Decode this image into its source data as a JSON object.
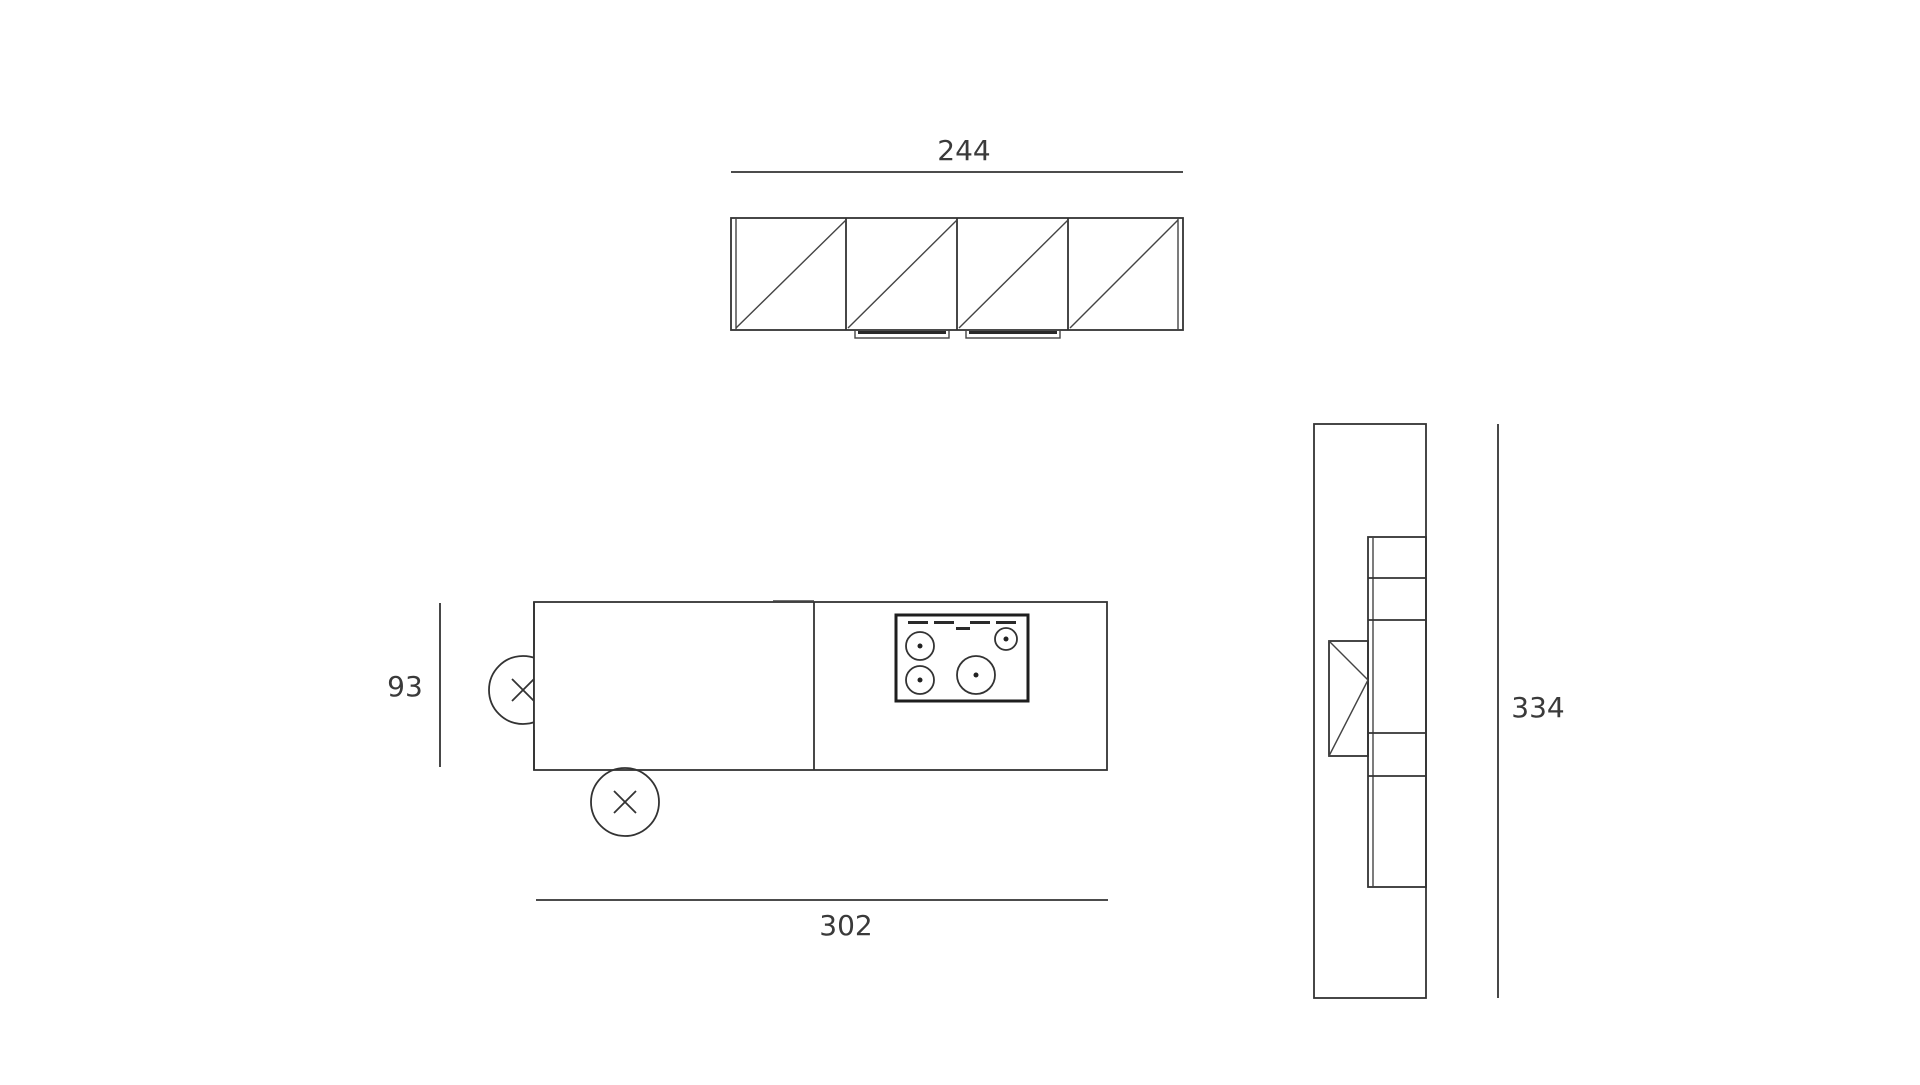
{
  "dimensions": {
    "top_width": "244",
    "island_length": "302",
    "island_depth": "93",
    "side_length": "334"
  },
  "colors": {
    "line": "#333333",
    "background": "#ffffff",
    "text": "#3a3a3a"
  },
  "icons": {
    "stool": "circle-with-x",
    "cooktop": "four-burner-hob"
  }
}
